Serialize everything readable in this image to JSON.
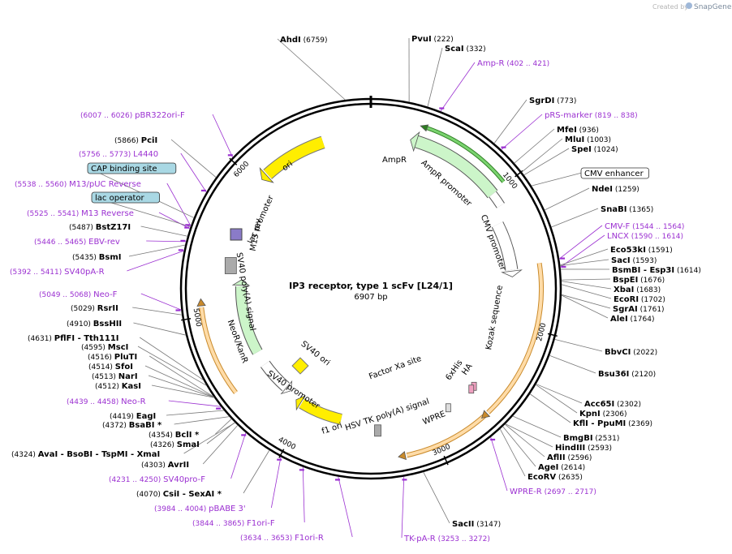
{
  "watermark": {
    "prefix": "Created by",
    "brand": "SnapGene"
  },
  "plasmid": {
    "name": "IP3 receptor, type 1 scFv [L24/1]",
    "length_label": "6907 bp",
    "length": 6907
  },
  "colors": {
    "primer": "#9b30d1",
    "bold_site": "#000000",
    "arrow_green": "#ccf5c9",
    "yellow": "#ffee00",
    "orange_band": "#ffdca8"
  },
  "ticks": [
    {
      "label": "1000",
      "pos": 1000
    },
    {
      "label": "2000",
      "pos": 2000
    },
    {
      "label": "3000",
      "pos": 3000
    },
    {
      "label": "4000",
      "pos": 4000
    },
    {
      "label": "5000",
      "pos": 5000
    },
    {
      "label": "6000",
      "pos": 6000
    }
  ],
  "labels": [
    {
      "id": "ahdi",
      "name": "AhdI",
      "pos": "(6759)",
      "kind": "site",
      "bp": 6759
    },
    {
      "id": "pvui",
      "name": "PvuI",
      "pos": "(222)",
      "kind": "site",
      "bp": 222
    },
    {
      "id": "scai",
      "name": "ScaI",
      "pos": "(332)",
      "kind": "site",
      "bp": 332
    },
    {
      "id": "ampr-primer",
      "name": "Amp-R",
      "pos": "(402 .. 421)",
      "kind": "primer",
      "bp": 411
    },
    {
      "id": "sgrdi",
      "name": "SgrDI",
      "pos": "(773)",
      "kind": "site",
      "bp": 773
    },
    {
      "id": "prs-marker",
      "name": "pRS-marker",
      "pos": "(819 .. 838)",
      "kind": "primer",
      "bp": 828
    },
    {
      "id": "mfei",
      "name": "MfeI",
      "pos": "(936)",
      "kind": "site",
      "bp": 936
    },
    {
      "id": "mlui",
      "name": "MluI",
      "pos": "(1003)",
      "kind": "site",
      "bp": 1003
    },
    {
      "id": "spei",
      "name": "SpeI",
      "pos": "(1024)",
      "kind": "site",
      "bp": 1024
    },
    {
      "id": "cmv-enh",
      "name": "CMV enhancer",
      "pos": "",
      "kind": "feature",
      "bp": 1100
    },
    {
      "id": "ndei",
      "name": "NdeI",
      "pos": "(1259)",
      "kind": "site",
      "bp": 1259
    },
    {
      "id": "snabi",
      "name": "SnaBI",
      "pos": "(1365)",
      "kind": "site",
      "bp": 1365
    },
    {
      "id": "cmv-f",
      "name": "CMV-F",
      "pos": "(1544 .. 1564)",
      "kind": "primer",
      "bp": 1554
    },
    {
      "id": "lncx",
      "name": "LNCX",
      "pos": "(1590 .. 1614)",
      "kind": "primer",
      "bp": 1602
    },
    {
      "id": "eco53ki",
      "name": "Eco53kI",
      "pos": "(1591)",
      "kind": "site",
      "bp": 1591
    },
    {
      "id": "saci",
      "name": "SacI",
      "pos": "(1593)",
      "kind": "site",
      "bp": 1593
    },
    {
      "id": "bsmbi",
      "name": "BsmBI - Esp3I",
      "pos": "(1614)",
      "kind": "site",
      "bp": 1614
    },
    {
      "id": "bspei",
      "name": "BspEI",
      "pos": "(1676)",
      "kind": "site",
      "bp": 1676
    },
    {
      "id": "xbai",
      "name": "XbaI",
      "pos": "(1683)",
      "kind": "site",
      "bp": 1683
    },
    {
      "id": "ecori",
      "name": "EcoRI",
      "pos": "(1702)",
      "kind": "site",
      "bp": 1702
    },
    {
      "id": "sgrai",
      "name": "SgrAI",
      "pos": "(1761)",
      "kind": "site",
      "bp": 1761
    },
    {
      "id": "alei",
      "name": "AleI",
      "pos": "(1764)",
      "kind": "site",
      "bp": 1764
    },
    {
      "id": "bbvci",
      "name": "BbvCI",
      "pos": "(2022)",
      "kind": "site",
      "bp": 2022
    },
    {
      "id": "bsu36i",
      "name": "Bsu36I",
      "pos": "(2120)",
      "kind": "site",
      "bp": 2120
    },
    {
      "id": "acc65i",
      "name": "Acc65I",
      "pos": "(2302)",
      "kind": "site",
      "bp": 2302
    },
    {
      "id": "kpni",
      "name": "KpnI",
      "pos": "(2306)",
      "kind": "site",
      "bp": 2306
    },
    {
      "id": "kfli",
      "name": "KflI - PpuMI",
      "pos": "(2369)",
      "kind": "site",
      "bp": 2369
    },
    {
      "id": "bmgbi",
      "name": "BmgBI",
      "pos": "(2531)",
      "kind": "site",
      "bp": 2531
    },
    {
      "id": "hindiii",
      "name": "HindIII",
      "pos": "(2593)",
      "kind": "site",
      "bp": 2593
    },
    {
      "id": "aflii",
      "name": "AflII",
      "pos": "(2596)",
      "kind": "site",
      "bp": 2596
    },
    {
      "id": "agei",
      "name": "AgeI",
      "pos": "(2614)",
      "kind": "site",
      "bp": 2614
    },
    {
      "id": "ecorv",
      "name": "EcoRV",
      "pos": "(2635)",
      "kind": "site",
      "bp": 2635
    },
    {
      "id": "wpre-r",
      "name": "WPRE-R",
      "pos": "(2697 .. 2717)",
      "kind": "primer",
      "bp": 2707
    },
    {
      "id": "sacii",
      "name": "SacII",
      "pos": "(3147)",
      "kind": "site",
      "bp": 3147
    },
    {
      "id": "tk-pa-r",
      "name": "TK-pA-R",
      "pos": "(3253 .. 3272)",
      "kind": "primer",
      "bp": 3262
    },
    {
      "id": "f1ori-r",
      "name": "F1ori-R",
      "pos": "(3634 .. 3653)",
      "kind": "primer",
      "bp": 3643
    },
    {
      "id": "f1ori-f",
      "name": "F1ori-F",
      "pos": "(3844 .. 3865)",
      "kind": "primer",
      "bp": 3854
    },
    {
      "id": "pbabe3",
      "name": "pBABE 3'",
      "pos": "(3984 .. 4004)",
      "kind": "primer",
      "bp": 3994
    },
    {
      "id": "csii",
      "name": "CsiI - SexAI *",
      "pos": "(4070)",
      "kind": "site",
      "bp": 4070
    },
    {
      "id": "sv40pro-f",
      "name": "SV40pro-F",
      "pos": "(4231 .. 4250)",
      "kind": "primer",
      "bp": 4240
    },
    {
      "id": "avrii",
      "name": "AvrII",
      "pos": "(4303)",
      "kind": "site",
      "bp": 4303
    },
    {
      "id": "avai",
      "name": "AvaI - BsoBI - TspMI - XmaI",
      "pos": "(4324)",
      "kind": "site",
      "bp": 4324
    },
    {
      "id": "smai",
      "name": "SmaI",
      "pos": "(4326)",
      "kind": "site",
      "bp": 4326
    },
    {
      "id": "bcli",
      "name": "BclI *",
      "pos": "(4354)",
      "kind": "site",
      "bp": 4354
    },
    {
      "id": "bsabi",
      "name": "BsaBI *",
      "pos": "(4372)",
      "kind": "site",
      "bp": 4372
    },
    {
      "id": "eagi",
      "name": "EagI",
      "pos": "(4419)",
      "kind": "site",
      "bp": 4419
    },
    {
      "id": "neo-r",
      "name": "Neo-R",
      "pos": "(4439 .. 4458)",
      "kind": "primer",
      "bp": 4448
    },
    {
      "id": "kasi",
      "name": "KasI",
      "pos": "(4512)",
      "kind": "site",
      "bp": 4512
    },
    {
      "id": "nari",
      "name": "NarI",
      "pos": "(4513)",
      "kind": "site",
      "bp": 4513
    },
    {
      "id": "sfoi",
      "name": "SfoI",
      "pos": "(4514)",
      "kind": "site",
      "bp": 4514
    },
    {
      "id": "pluti",
      "name": "PluTI",
      "pos": "(4516)",
      "kind": "site",
      "bp": 4516
    },
    {
      "id": "msci",
      "name": "MscI",
      "pos": "(4595)",
      "kind": "site",
      "bp": 4595
    },
    {
      "id": "pflfi",
      "name": "PflFI - Tth111I",
      "pos": "(4631)",
      "kind": "site",
      "bp": 4631
    },
    {
      "id": "bsshii",
      "name": "BssHII",
      "pos": "(4910)",
      "kind": "site",
      "bp": 4910
    },
    {
      "id": "rsrii",
      "name": "RsrII",
      "pos": "(5029)",
      "kind": "site",
      "bp": 5029
    },
    {
      "id": "neo-f",
      "name": "Neo-F",
      "pos": "(5049 .. 5068)",
      "kind": "primer",
      "bp": 5058
    },
    {
      "id": "sv40pa-r",
      "name": "SV40pA-R",
      "pos": "(5392 .. 5411)",
      "kind": "primer",
      "bp": 5401
    },
    {
      "id": "bsmi",
      "name": "BsmI",
      "pos": "(5435)",
      "kind": "site",
      "bp": 5435
    },
    {
      "id": "ebv-rev",
      "name": "EBV-rev",
      "pos": "(5446 .. 5465)",
      "kind": "primer",
      "bp": 5455
    },
    {
      "id": "bstz17i",
      "name": "BstZ17I",
      "pos": "(5487)",
      "kind": "site",
      "bp": 5487
    },
    {
      "id": "m13-rev",
      "name": "M13 Reverse",
      "pos": "(5525 .. 5541)",
      "kind": "primer",
      "bp": 5533
    },
    {
      "id": "lac-op",
      "name": "lac operator",
      "pos": "",
      "kind": "boxed",
      "bp": 5545
    },
    {
      "id": "m13puc-rev",
      "name": "M13/pUC Reverse",
      "pos": "(5538 .. 5560)",
      "kind": "primer",
      "bp": 5549
    },
    {
      "id": "cap-site",
      "name": "CAP binding site",
      "pos": "",
      "kind": "boxed",
      "bp": 5600
    },
    {
      "id": "l4440",
      "name": "L4440",
      "pos": "(5756 .. 5773)",
      "kind": "primer",
      "bp": 5764
    },
    {
      "id": "pcii",
      "name": "PciI",
      "pos": "(5866)",
      "kind": "site",
      "bp": 5866
    },
    {
      "id": "pbr322ori",
      "name": "pBR322ori-F",
      "pos": "(6007 .. 6026)",
      "kind": "primer",
      "bp": 6016
    }
  ],
  "features": [
    {
      "id": "ampr",
      "label": "AmpR"
    },
    {
      "id": "ampr-promoter",
      "label": "AmpR promoter"
    },
    {
      "id": "cmv-promoter",
      "label": "CMV promoter"
    },
    {
      "id": "kozak",
      "label": "Kozak sequence"
    },
    {
      "id": "his",
      "label": "6xHis"
    },
    {
      "id": "ha",
      "label": "HA"
    },
    {
      "id": "factor-xa",
      "label": "Factor Xa site"
    },
    {
      "id": "wpre",
      "label": "WPRE"
    },
    {
      "id": "hsv-tk",
      "label": "HSV TK poly(A) signal"
    },
    {
      "id": "f1-ori",
      "label": "f1 ori"
    },
    {
      "id": "sv40-promoter",
      "label": "SV40 promoter"
    },
    {
      "id": "sv40-ori",
      "label": "SV40 ori"
    },
    {
      "id": "neor",
      "label": "NeoR/KanR"
    },
    {
      "id": "sv40-polya",
      "label": "SV40 poly(A) signal"
    },
    {
      "id": "lac-promoter",
      "label": "lac promoter"
    },
    {
      "id": "m13-rev-feat",
      "label": "M13 rev"
    },
    {
      "id": "ori",
      "label": "ori"
    }
  ]
}
